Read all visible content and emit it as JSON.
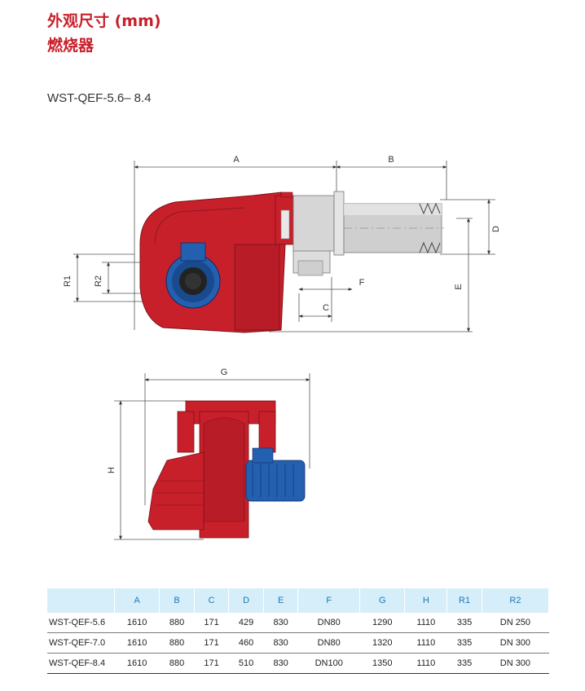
{
  "header": {
    "title": "外观尺寸 (mm)",
    "subtitle": "燃烧器",
    "model": "WST-QEF-5.6– 8.4"
  },
  "dimensions": {
    "A": "A",
    "B": "B",
    "C": "C",
    "D": "D",
    "E": "E",
    "F": "F",
    "G": "G",
    "H": "H",
    "R1": "R1",
    "R2": "R2"
  },
  "colors": {
    "burner_red": "#c8202b",
    "motor_blue": "#2460b0",
    "tube_gray": "#c8c8c8",
    "header_bg": "#d6eef9",
    "header_text": "#1a78b8",
    "title": "#c8202b"
  },
  "table": {
    "headers": [
      "",
      "A",
      "B",
      "C",
      "D",
      "E",
      "F",
      "G",
      "H",
      "R1",
      "R2"
    ],
    "rows": [
      [
        "WST-QEF-5.6",
        "1610",
        "880",
        "171",
        "429",
        "830",
        "DN80",
        "1290",
        "1110",
        "335",
        "DN 250"
      ],
      [
        "WST-QEF-7.0",
        "1610",
        "880",
        "171",
        "460",
        "830",
        "DN80",
        "1320",
        "1110",
        "335",
        "DN 300"
      ],
      [
        "WST-QEF-8.4",
        "1610",
        "880",
        "171",
        "510",
        "830",
        "DN100",
        "1350",
        "1110",
        "335",
        "DN 300"
      ]
    ]
  }
}
